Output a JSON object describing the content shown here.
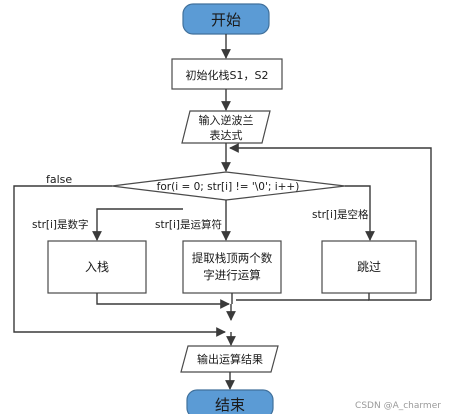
{
  "start": {
    "label": "开始",
    "color": "#5b9bd5"
  },
  "init": {
    "label": "初始化栈S1，S2"
  },
  "input": {
    "line1": "输入逆波兰",
    "line2": "表达式"
  },
  "loop": {
    "condition": "for(i = 0; str[i] != '\\0'; i++)",
    "exit_label": "false"
  },
  "branches": {
    "digit": "str[i]是数字",
    "operator": "str[i]是运算符",
    "space": "str[i]是空格"
  },
  "actions": {
    "push": "入栈",
    "compute_line1": "提取栈顶两个数",
    "compute_line2": "字进行运算",
    "skip": "跳过"
  },
  "output": {
    "label": "输出运算结果"
  },
  "end": {
    "label": "结束",
    "color": "#5b9bd5"
  },
  "watermark": "CSDN @A_charmer"
}
